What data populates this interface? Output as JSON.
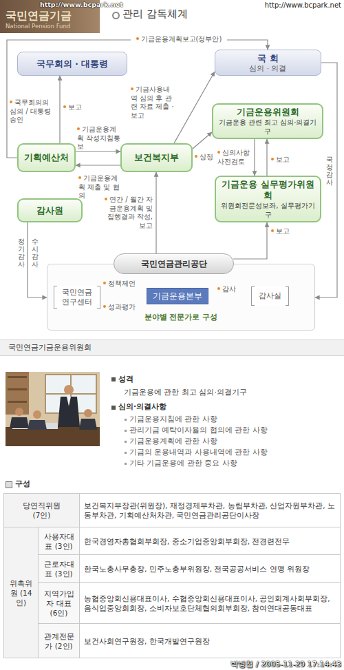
{
  "diagram": {
    "title": "관리 감독체계",
    "nodes": [
      {
        "text": [
          "국무회의 · 대통령"
        ]
      },
      {
        "text": [
          "국 회",
          "심의 · 의결"
        ]
      },
      {
        "text": [
          "기금운용위원회",
          "기금운용 관련 최고 심의·의결기구"
        ]
      },
      {
        "text": [
          "기획예산처"
        ]
      },
      {
        "text": [
          "보건복지부"
        ]
      },
      {
        "text": [
          "기금운용 실무평가위원회",
          "위원회전문성보좌, 실무평가기구"
        ]
      },
      {
        "text": [
          "감사원"
        ]
      },
      {
        "text": [
          "국민연금관리공단",
          "분야별 전문가로 구성"
        ]
      },
      {
        "text": [
          "국민연금 연구센터"
        ],
        "in": 7
      },
      {
        "text": [
          "기금운용본부"
        ],
        "in": 7
      },
      {
        "text": [
          "감사실"
        ],
        "in": 7
      }
    ],
    "edges": [
      {
        "from": 3,
        "to": 0,
        "label": "보고",
        "arrow": "to"
      },
      {
        "from": 3,
        "to": 1,
        "label": "기금운용계획보고(정부안)",
        "arrow": "to"
      },
      {
        "from": 3,
        "to": 4,
        "label": "기금운용계획 작성지침통보",
        "arrow": "to"
      },
      {
        "from": 4,
        "to": 3,
        "label": "기금운용계획 제출 및 협의",
        "arrow": "to"
      },
      {
        "from": 4,
        "to": 1,
        "label": "기금사용내역 심의 후 관련 자료 제출 · 보고",
        "arrow": "to"
      },
      {
        "from": 4,
        "to": 2,
        "label": "상정",
        "arrow": "to"
      },
      {
        "from": 2,
        "to": 5,
        "label": "심의사항 사전검토",
        "arrow": "to"
      },
      {
        "from": 5,
        "to": 2,
        "label": "보고",
        "arrow": "to"
      },
      {
        "from": 7,
        "to": 4,
        "label": "연간 / 월간 자금운용계획 및 집행결과 작성, 보고",
        "arrow": "to"
      },
      {
        "from": 7,
        "to": 5,
        "label": "보고",
        "arrow": "to"
      },
      {
        "from": 1,
        "to": 7,
        "label": "국정감사",
        "arrow": "to"
      },
      {
        "from": 6,
        "to": 7,
        "arrow": "to"
      },
      {
        "from": 8,
        "to": 9,
        "label": "정책제언",
        "arrow": "to"
      },
      {
        "from": 8,
        "to": 9,
        "label": "성과평가",
        "arrow": "to"
      },
      {
        "from": 10,
        "to": 9,
        "label": "감사",
        "arrow": "to"
      }
    ],
    "labels": [
      "국민연금기금",
      "National Pension Fund",
      "http://www.bcpark.net",
      "http://www.bcpark.net",
      "국무회의의 심의 / 대통령 승인",
      "정기감사",
      "수시감사",
      "국민연금기금운용위원회",
      "성격",
      "기금운용에 관한 최고 심의·의결기구",
      "심의·의결사항",
      "기금운용지침에 관한 사항",
      "관리기금 예탁이자율의 협의에 관한 사항",
      "기금운용계획에 관한 사항",
      "기금의 운용내역과 사용내역에 관한 사항",
      "기타 기금운용에 관한 중요 사항",
      "구성",
      "당연직위원 (7인)",
      "보건복지부장관(위원장), 재정경제부차관, 농림부차관, 산업자원부차관, 노동부차관, 기획예산처차관, 국민연금관리공단이사장",
      "위촉위원 (14인)",
      "사용자대표 (3인)",
      "한국경영자총협회부회장, 중소기업중앙회부회장, 전경련전무",
      "근로자대표 (3인)",
      "한국노총사무총장, 민주노총부위원장, 전국공공서비스 연맹 위원장",
      "지역가입자 대표(6인)",
      "농협중앙회신용대표이사, 수협중앙회신용대표이사, 공인회계사회부회장, 음식업중앙회회장, 소비자보호단체협의회부회장, 참여연대공동대표",
      "관계전문가 (2인)",
      "보건사회연구원장, 한국개발연구원장",
      "박병철 / 2005-11-29 17:14:43"
    ]
  }
}
